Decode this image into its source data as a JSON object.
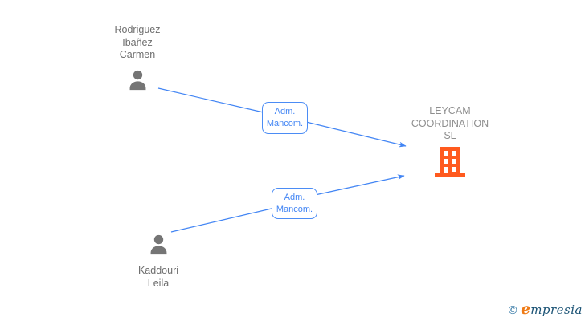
{
  "diagram": {
    "persons": [
      {
        "name": "Rodriguez\nIbañez\nCarmen"
      },
      {
        "name": "Kaddouri\nLeila"
      }
    ],
    "company": {
      "name": "LEYCAM\nCOORDINATION\nSL"
    },
    "relations": [
      {
        "label": "Adm.\nMancom."
      },
      {
        "label": "Adm.\nMancom."
      }
    ],
    "icons": {
      "person": "person-silhouette-icon",
      "company": "office-building-icon"
    },
    "colors": {
      "edge_blue": "#4285F4",
      "person_icon_gray": "#757575",
      "person_text_gray": "#6E6E6E",
      "company_text_gray": "#8E8E8E",
      "building_orange": "#FF5A1E"
    },
    "watermark": {
      "copyright": "©",
      "brand_initial": "e",
      "brand_rest": "mpresia",
      "copyright_color": "#2E74A3",
      "initial_color": "#EF7B17",
      "rest_color": "#1B5375"
    }
  }
}
